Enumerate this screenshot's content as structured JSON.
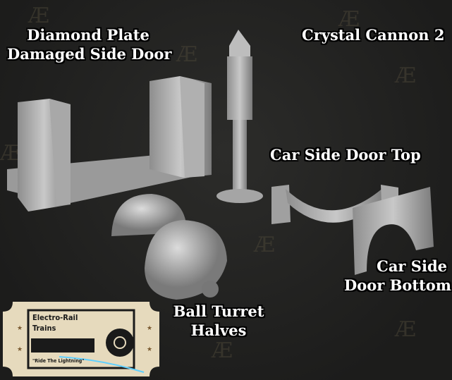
{
  "labels": {
    "diamond_plate": [
      "Diamond Plate",
      "Damaged Side Door"
    ],
    "crystal_cannon": "Crystal Cannon 2",
    "car_side_door_top": "Car Side Door Top",
    "car_side_door_bottom": [
      "Car Side",
      "Door Bottom"
    ],
    "ball_turret": [
      "Ball Turret",
      "Halves"
    ]
  },
  "logo": {
    "line1": "Electro-Rail",
    "line2": "Trains",
    "tagline": "\"Ride The Lightning\""
  },
  "watermark": "Æ",
  "colors": {
    "background": "#1f1f1f",
    "model": "#b4b4b4",
    "ticket": "#e8dcc0",
    "label": "#ffffff"
  }
}
